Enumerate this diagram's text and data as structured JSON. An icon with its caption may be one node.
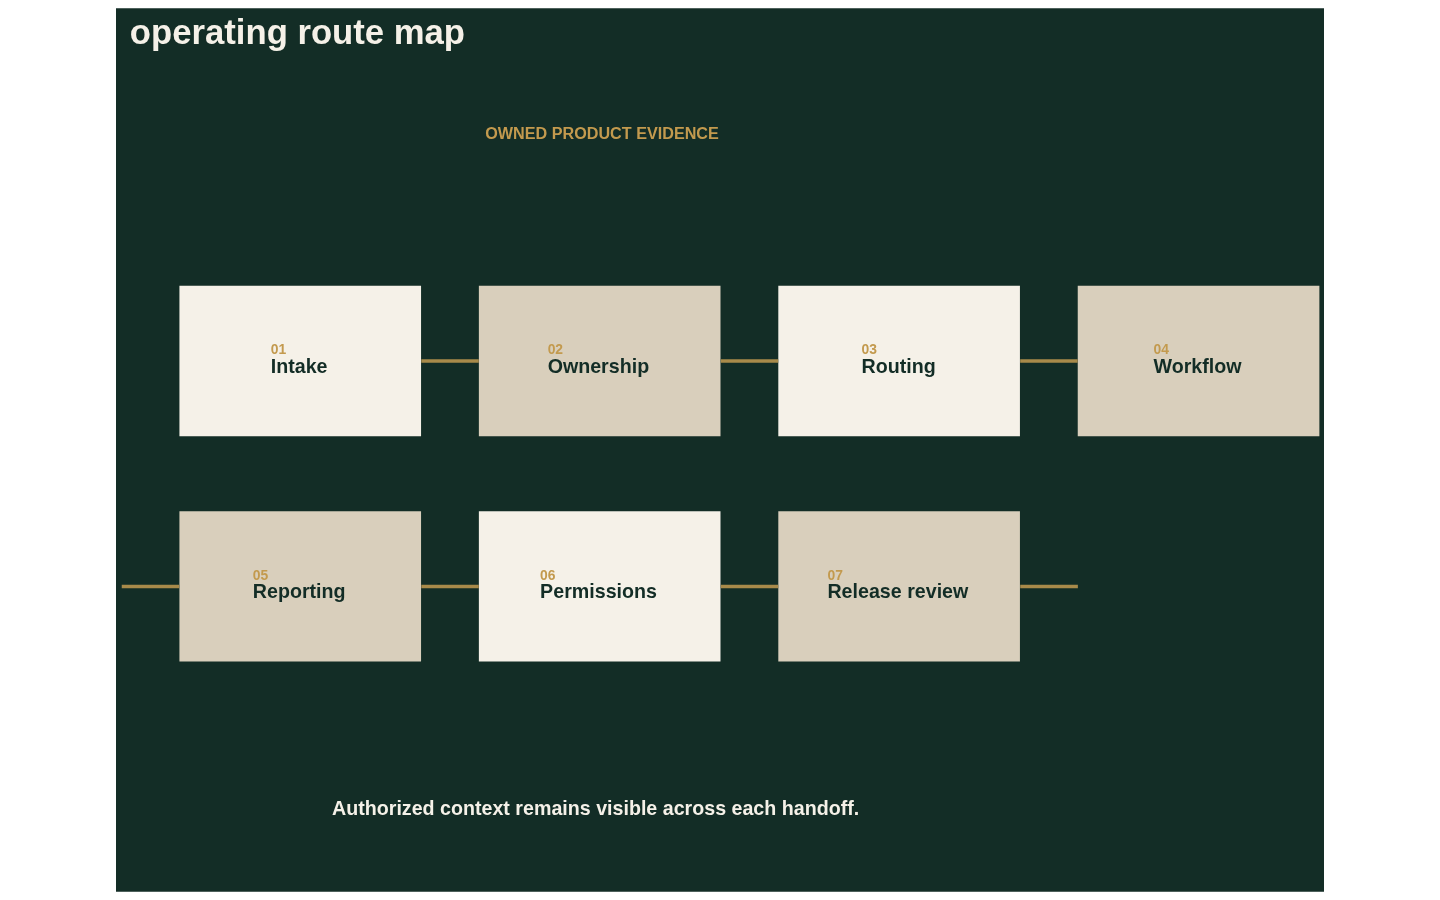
{
  "diagram": {
    "title": "operating route map",
    "caption": "Authorized context remains visible across each handoff.",
    "nodes": [
      {
        "text": [
          "01",
          "Intake"
        ]
      },
      {
        "text": [
          "02",
          "Ownership"
        ]
      },
      {
        "text": [
          "03",
          "Routing"
        ]
      },
      {
        "text": [
          "04",
          "Workflow"
        ]
      },
      {
        "text": [
          "05",
          "Reporting"
        ]
      },
      {
        "text": [
          "06",
          "Permissions"
        ]
      },
      {
        "text": [
          "07",
          "Release review"
        ]
      }
    ],
    "edges": [
      {
        "from": 0,
        "to": 1,
        "arrow": "none"
      },
      {
        "from": 1,
        "to": 2,
        "arrow": "none"
      },
      {
        "from": 2,
        "to": 3,
        "arrow": "none"
      },
      {
        "from": null,
        "to": 4,
        "arrow": "none"
      },
      {
        "from": 4,
        "to": 5,
        "arrow": "none"
      },
      {
        "from": 5,
        "to": 6,
        "arrow": "none"
      },
      {
        "from": 6,
        "to": null,
        "arrow": "none"
      }
    ],
    "labels": [
      "OWNED PRODUCT EVIDENCE"
    ]
  }
}
